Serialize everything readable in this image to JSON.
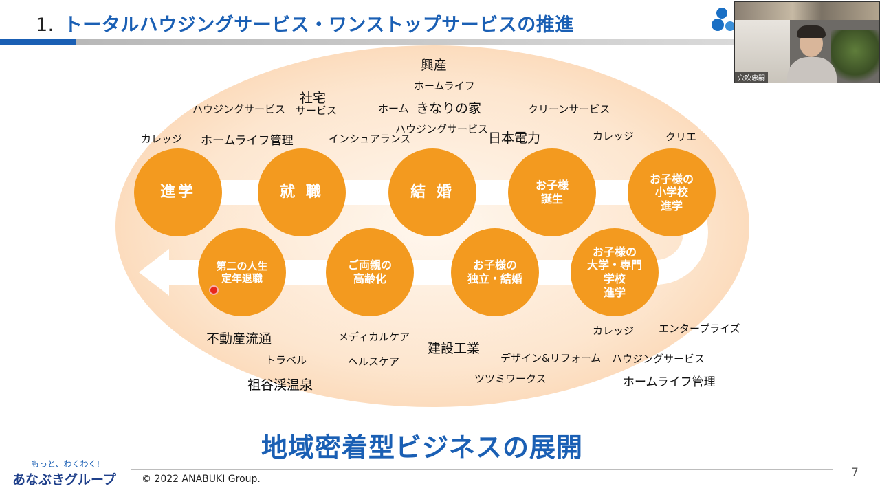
{
  "slide": {
    "title_number": "1.",
    "title": "トータルハウジングサービス・ワンストップサービスの推進",
    "slogan": "地域密着型ビジネスの展開",
    "footer": {
      "logo_tagline": "もっと、わくわく!",
      "logo_name": "あなぶきグループ",
      "copyright": "© 2022 ANABUKI Group.",
      "page_number": "7"
    },
    "video": {
      "participant_name": "穴吹忠嗣"
    },
    "circles": {
      "shingaku": "進学",
      "shushoku": "就 職",
      "kekkon": "結 婚",
      "tanjo": "お子様\n誕生",
      "shogakko": "お子様の\n小学校\n進学",
      "daigaku": "お子様の\n大学・専門\n学校\n進学",
      "dokuritsu": "お子様の\n独立・結婚",
      "ryoshin": "ご両親の\n高齢化",
      "dainijinsei": "第二の人生\n定年退職"
    },
    "labels": {
      "college1": "カレッジ",
      "housing1": "ハウジングサービス",
      "homelife1": "ホームライフ管理",
      "shataku": "社宅",
      "service": "サービス",
      "insurance": "インシュアランス",
      "kosan": "興産",
      "homelife2": "ホームライフ",
      "home": "ホーム",
      "kinari": "きなりの家",
      "housing2": "ハウジングサービス",
      "denryoku": "日本電力",
      "clean": "クリーンサービス",
      "college2": "カレッジ",
      "crie": "クリエ",
      "fudosan": "不動産流通",
      "travel": "トラベル",
      "iya": "祖谷渓温泉",
      "medical": "メディカルケア",
      "health": "ヘルスケア",
      "kensetsu": "建設工業",
      "design": "デザイン&リフォーム",
      "tsutsumi": "ツツミワークス",
      "college3": "カレッジ",
      "enterprise": "エンタープライズ",
      "housing3": "ハウジングサービス",
      "homelife3": "ホームライフ管理"
    }
  },
  "colors": {
    "accent_blue": "#1a5fb4",
    "circle_orange": "#f39a1f",
    "ring_peach": "#f9c99c"
  }
}
